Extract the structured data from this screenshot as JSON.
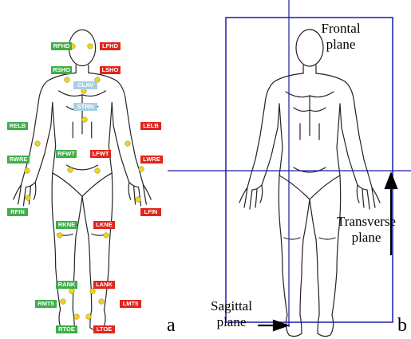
{
  "panel_a": {
    "letter": "a",
    "markers": [
      {
        "id": "rfhd",
        "label": "RFHD",
        "side": "right"
      },
      {
        "id": "lfhd",
        "label": "LFHD",
        "side": "left"
      },
      {
        "id": "rsho",
        "label": "RSHO",
        "side": "right"
      },
      {
        "id": "lsho",
        "label": "LSHO",
        "side": "left"
      },
      {
        "id": "clav",
        "label": "CLAV",
        "side": "center"
      },
      {
        "id": "strn",
        "label": "STRN",
        "side": "center"
      },
      {
        "id": "relb",
        "label": "RELB",
        "side": "right"
      },
      {
        "id": "lelb",
        "label": "LELB",
        "side": "left"
      },
      {
        "id": "rfwt",
        "label": "RFWT",
        "side": "right"
      },
      {
        "id": "lfwt",
        "label": "LFWT",
        "side": "left"
      },
      {
        "id": "rwre",
        "label": "RWRE",
        "side": "right"
      },
      {
        "id": "lwre",
        "label": "LWRE",
        "side": "left"
      },
      {
        "id": "rfin",
        "label": "RFIN",
        "side": "right"
      },
      {
        "id": "lfin",
        "label": "LFIN",
        "side": "left"
      },
      {
        "id": "rkne",
        "label": "RKNE",
        "side": "right"
      },
      {
        "id": "lkne",
        "label": "LKNE",
        "side": "left"
      },
      {
        "id": "rank",
        "label": "RANK",
        "side": "right"
      },
      {
        "id": "lank",
        "label": "LANK",
        "side": "left"
      },
      {
        "id": "rmt5",
        "label": "RMT5",
        "side": "right"
      },
      {
        "id": "lmt5",
        "label": "LMT5",
        "side": "left"
      },
      {
        "id": "rtoe",
        "label": "RTOE",
        "side": "right"
      },
      {
        "id": "ltoe",
        "label": "LTOE",
        "side": "left"
      }
    ]
  },
  "panel_b": {
    "letter": "b",
    "frontal_line1": "Frontal",
    "frontal_line2": "plane",
    "transverse_line1": "Transverse",
    "transverse_line2": "plane",
    "sagittal_line1": "Sagittal",
    "sagittal_line2": "plane"
  },
  "colors": {
    "right_marker": "#3fae49",
    "left_marker": "#e1251b",
    "center_marker": "#a9cfe3",
    "marker_dot": "#f2d21c",
    "plane_lines": "#1a1aa8"
  }
}
